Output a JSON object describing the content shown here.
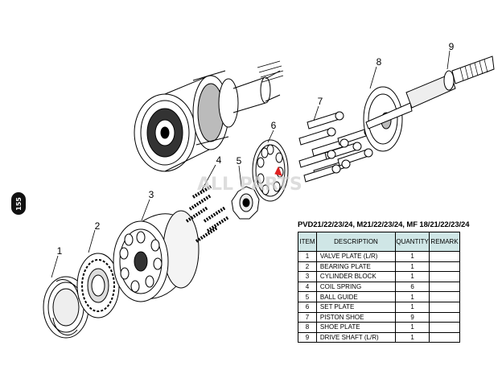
{
  "page_tab": "155",
  "callouts": [
    "1",
    "2",
    "3",
    "4",
    "5",
    "6",
    "7",
    "8",
    "9"
  ],
  "watermark": "ALL PARTS",
  "table": {
    "title": "PVD21/22/23/24, M21/22/23/24, MF 18/21/22/23/24",
    "headers": {
      "item": "ITEM",
      "description": "DESCRIPTION",
      "quantity": "QUANTITY",
      "remark": "REMARK"
    },
    "rows": [
      {
        "item": "1",
        "description": "VALVE  PLATE (L/R)",
        "quantity": "1",
        "remark": ""
      },
      {
        "item": "2",
        "description": "BEARING  PLATE",
        "quantity": "1",
        "remark": ""
      },
      {
        "item": "3",
        "description": "CYLINDER  BLOCK",
        "quantity": "1",
        "remark": ""
      },
      {
        "item": "4",
        "description": "COIL  SPRING",
        "quantity": "6",
        "remark": ""
      },
      {
        "item": "5",
        "description": "BALL  GUIDE",
        "quantity": "1",
        "remark": ""
      },
      {
        "item": "6",
        "description": "SET  PLATE",
        "quantity": "1",
        "remark": ""
      },
      {
        "item": "7",
        "description": "PISTON SHOE",
        "quantity": "9",
        "remark": ""
      },
      {
        "item": "8",
        "description": "SHOE  PLATE",
        "quantity": "1",
        "remark": ""
      },
      {
        "item": "9",
        "description": "DRIVE SHAFT (L/R)",
        "quantity": "1",
        "remark": ""
      }
    ]
  },
  "colors": {
    "header_fill": "#cfe6e6",
    "line": "#000000",
    "accent": "#e02020"
  }
}
